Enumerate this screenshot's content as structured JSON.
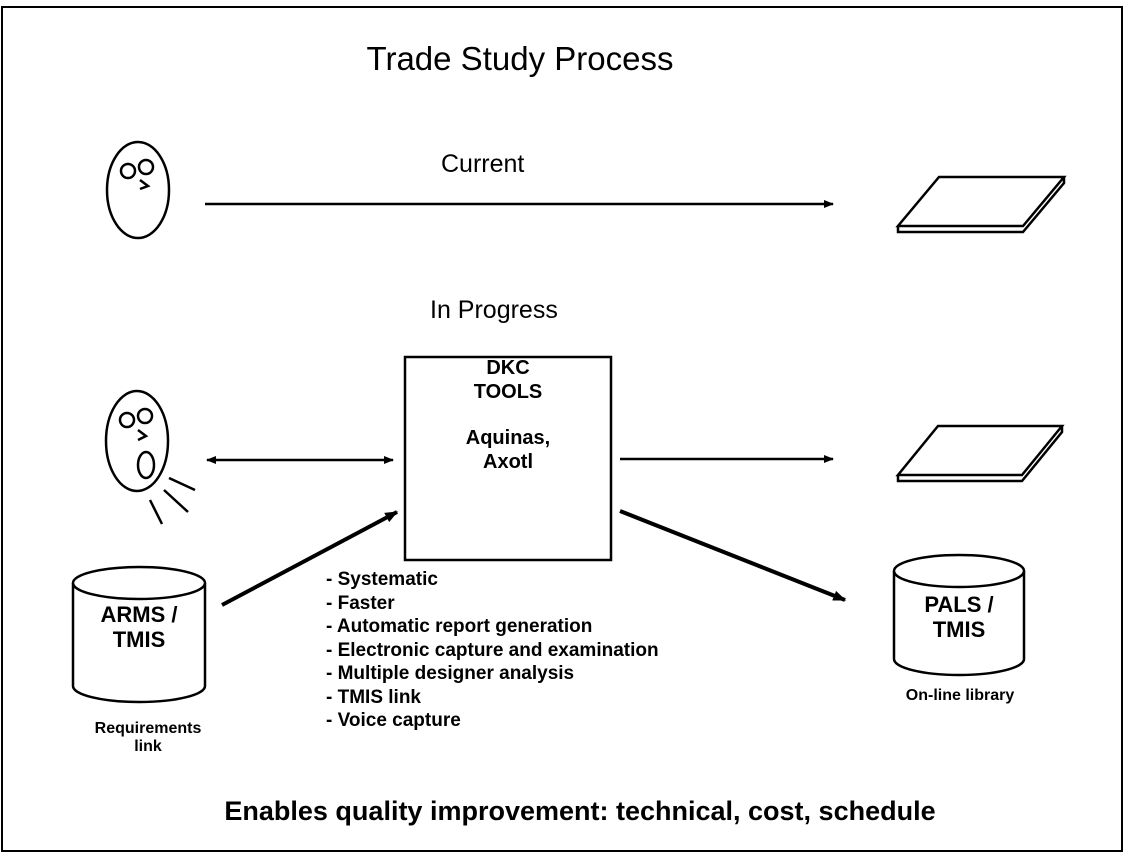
{
  "title": "Trade Study Process",
  "current_label": "Current",
  "in_progress_label": "In Progress",
  "tools_box": {
    "heading_line1": "DKC",
    "heading_line2": "TOOLS",
    "tools_line1": "Aquinas,",
    "tools_line2": "Axotl"
  },
  "arms_db": {
    "line1": "ARMS /",
    "line2": "TMIS",
    "caption_line1": "Requirements",
    "caption_line2": "link"
  },
  "pals_db": {
    "line1": "PALS /",
    "line2": "TMIS",
    "caption": "On-line library"
  },
  "benefits": [
    "- Systematic",
    "- Faster",
    "- Automatic report generation",
    "- Electronic capture and examination",
    "- Multiple designer analysis",
    "- TMIS link",
    "- Voice capture"
  ],
  "bottom_line": "Enables quality improvement: technical, cost, schedule",
  "icons": [
    "thinking-face-icon",
    "talking-face-icon",
    "document-icon",
    "database-icon",
    "arrow-icon"
  ],
  "colors": {
    "ink": "#000000",
    "background": "#ffffff"
  }
}
